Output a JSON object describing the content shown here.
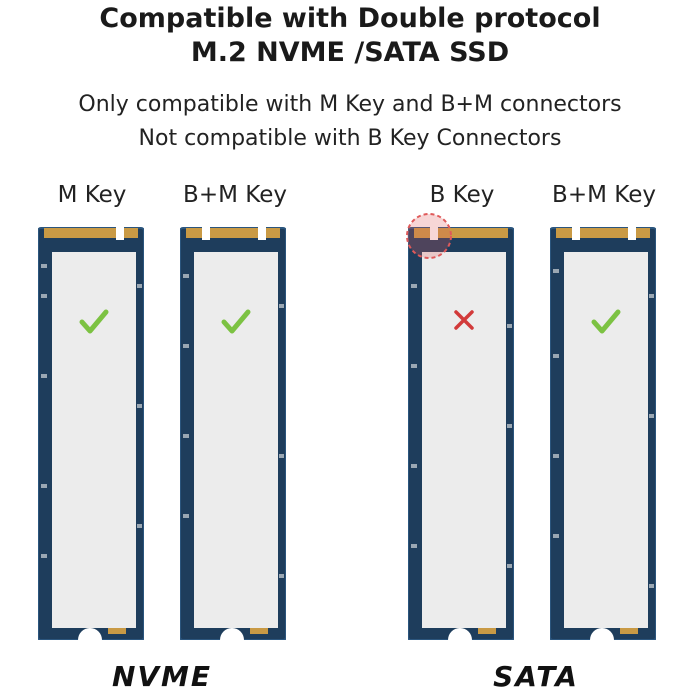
{
  "header": {
    "title_line1": "Compatible with Double protocol",
    "title_line2": "M.2 NVME /SATA SSD",
    "subtitle_line1": "Only compatible with M Key and B+M connectors",
    "subtitle_line2": "Not compatible with B Key Connectors"
  },
  "ssds": [
    {
      "key_label": "M Key",
      "status": "compatible",
      "mark_icon": "check-icon"
    },
    {
      "key_label": "B+M Key",
      "status": "compatible",
      "mark_icon": "check-icon"
    },
    {
      "key_label": "B Key",
      "status": "not-compatible",
      "mark_icon": "cross-icon"
    },
    {
      "key_label": "B+M Key",
      "status": "compatible",
      "mark_icon": "check-icon"
    }
  ],
  "groups": {
    "left": "NVME",
    "right": "SATA"
  },
  "colors": {
    "pcb": "#1e3d5c",
    "pcb_edge": "#2b557d",
    "label": "#ececec",
    "gold": "#c99a45",
    "check": "#7cc242",
    "cross": "#d23a3a",
    "highlight": "#e05a5a"
  }
}
